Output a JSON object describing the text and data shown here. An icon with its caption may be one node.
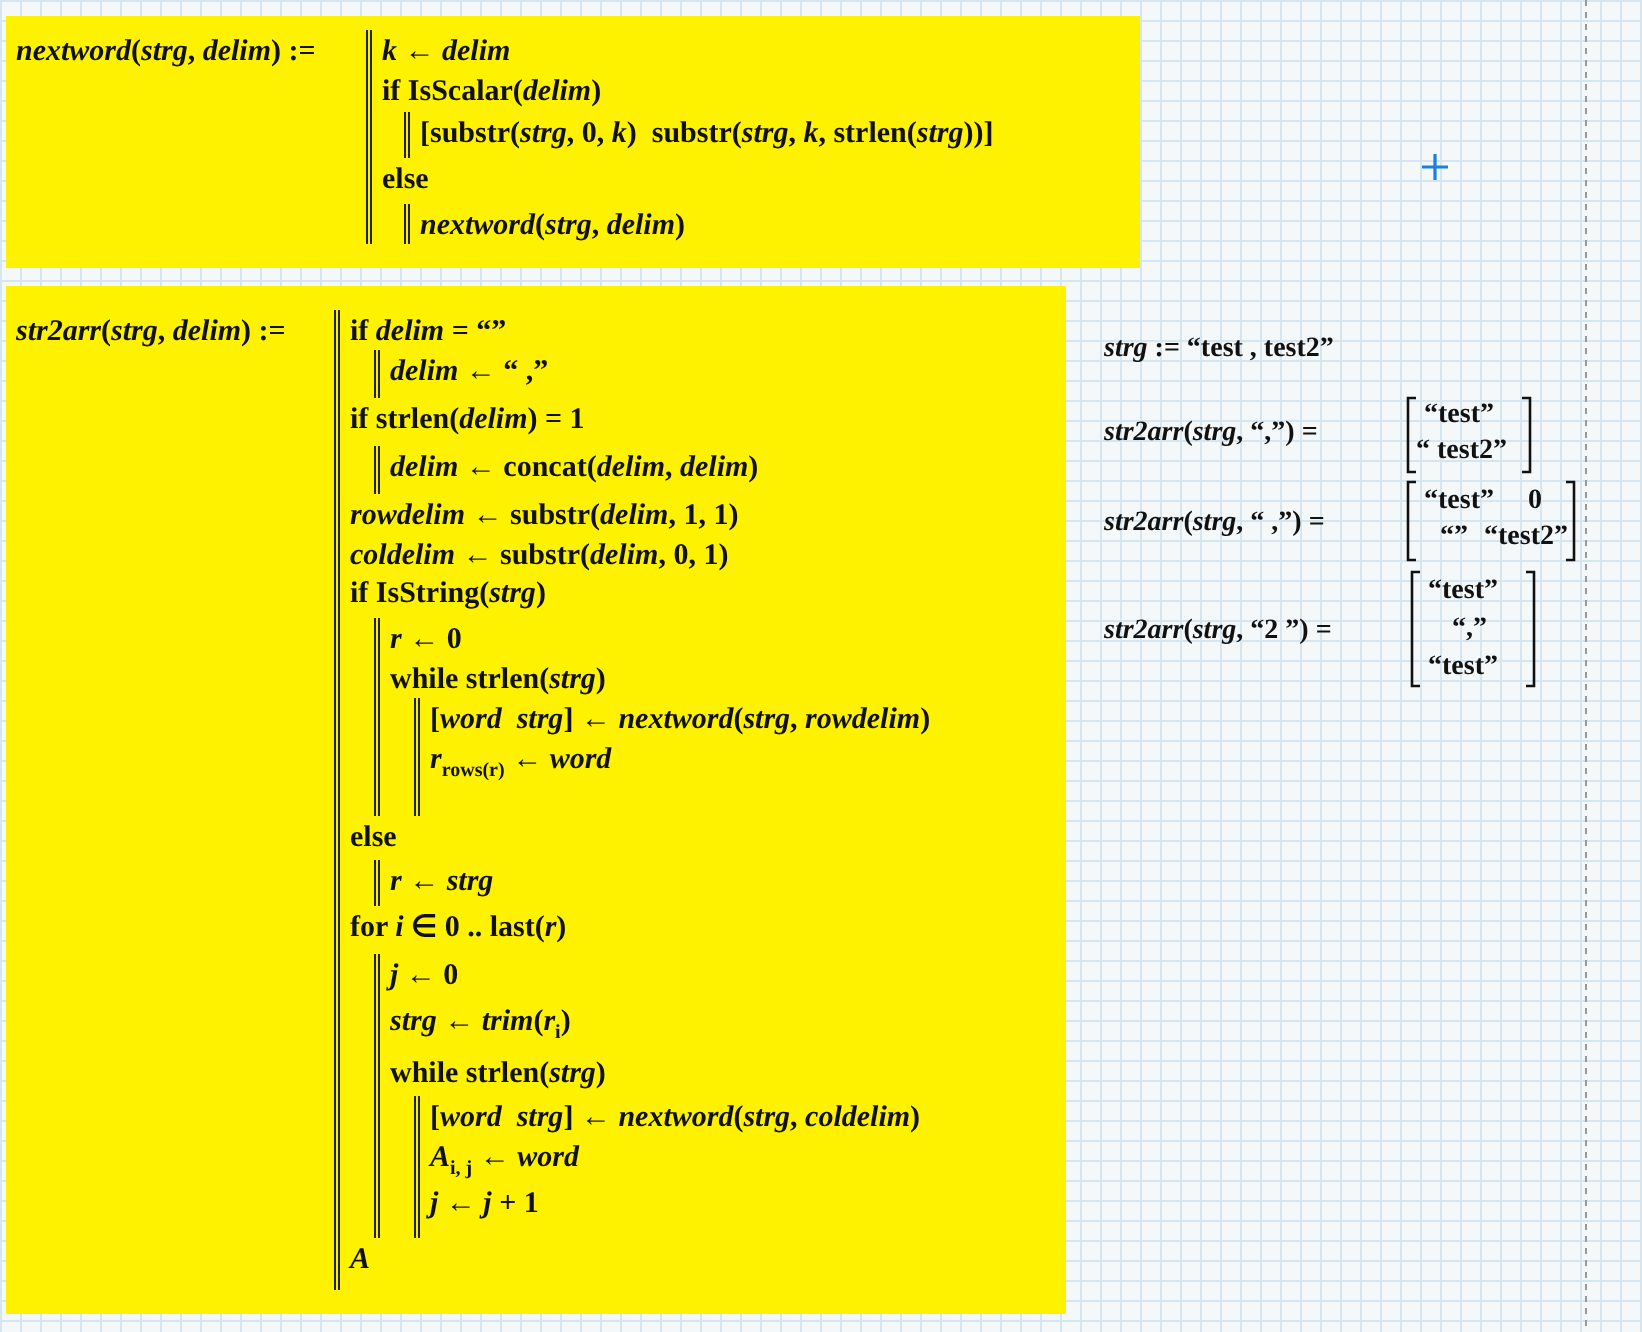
{
  "diagram": {
    "nodes": [
      {
        "text": [
          "*nextword*(*strg*, *delim*) :=",
          "*k* ← *delim*",
          "if IsScalar(*delim*)",
          "[substr(*strg*, 0, *k*)  substr(*strg*, *k*, strlen(*strg*))]",
          "else",
          "*nextword*(*strg*, *delim*)"
        ]
      },
      {
        "text": [
          "*str2arr*(*strg*, *delim*) :=",
          "if *delim* = “”",
          "*delim* ← “ ,”",
          "if strlen(*delim*) = 1",
          "*delim* ← concat(*delim*, *delim*)",
          "*rowdelim* ← substr(*delim*, 1, 1)",
          "*coldelim* ← substr(*delim*, 0, 1)",
          "if IsString(*strg*)",
          "*r* ← 0",
          "while strlen(*strg*)",
          "[*word*  *strg*] ← *nextword*(*strg*, *rowdelim*)",
          "*r*$_{rows(r)}$ ← *word*",
          "else",
          "*r* ← *strg*",
          "for *i* ∈ 0 .. last(*r*)",
          "*j* ← 0",
          "*strg* ← *trim*(*r*$_{i}$)",
          "while strlen(*strg*)",
          "[*word*  *strg*] ← *nextword*(*strg*, *coldelim*)",
          "*A*$_{i, j}$ ← *word*",
          "*j* ← *j* + 1",
          "*A*"
        ]
      }
    ],
    "labels": [
      "*strg* := “test , test2”",
      "*str2arr*(*strg*, “,”) =",
      "“test”",
      "“ test2”",
      "*str2arr*(*strg*, “ ,”) =",
      "“test”",
      "0",
      "“”",
      "“test2”",
      "*str2arr*(*strg*, “2 ”) =",
      "“test”",
      "“,”",
      "“test”"
    ]
  }
}
